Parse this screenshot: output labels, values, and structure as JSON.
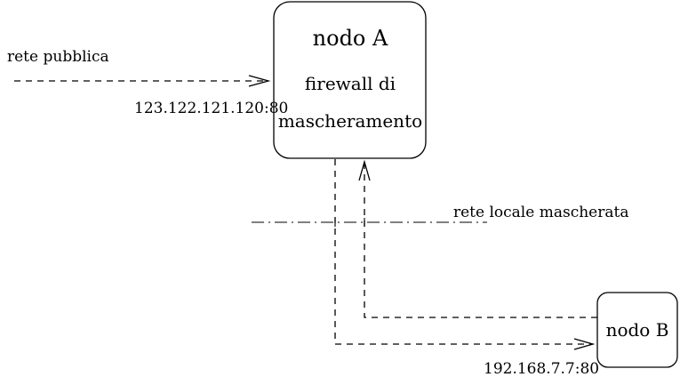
{
  "nodes": {
    "node_a": {
      "title": "nodo A",
      "line1": "firewall di",
      "line2": "mascheramento"
    },
    "node_b": {
      "title": "nodo B"
    }
  },
  "networks": {
    "public": "rete pubblica",
    "local": "rete locale mascherata"
  },
  "addresses": {
    "public_endpoint": "123.122.121.120:80",
    "local_endpoint": "192.168.7.7:80"
  }
}
